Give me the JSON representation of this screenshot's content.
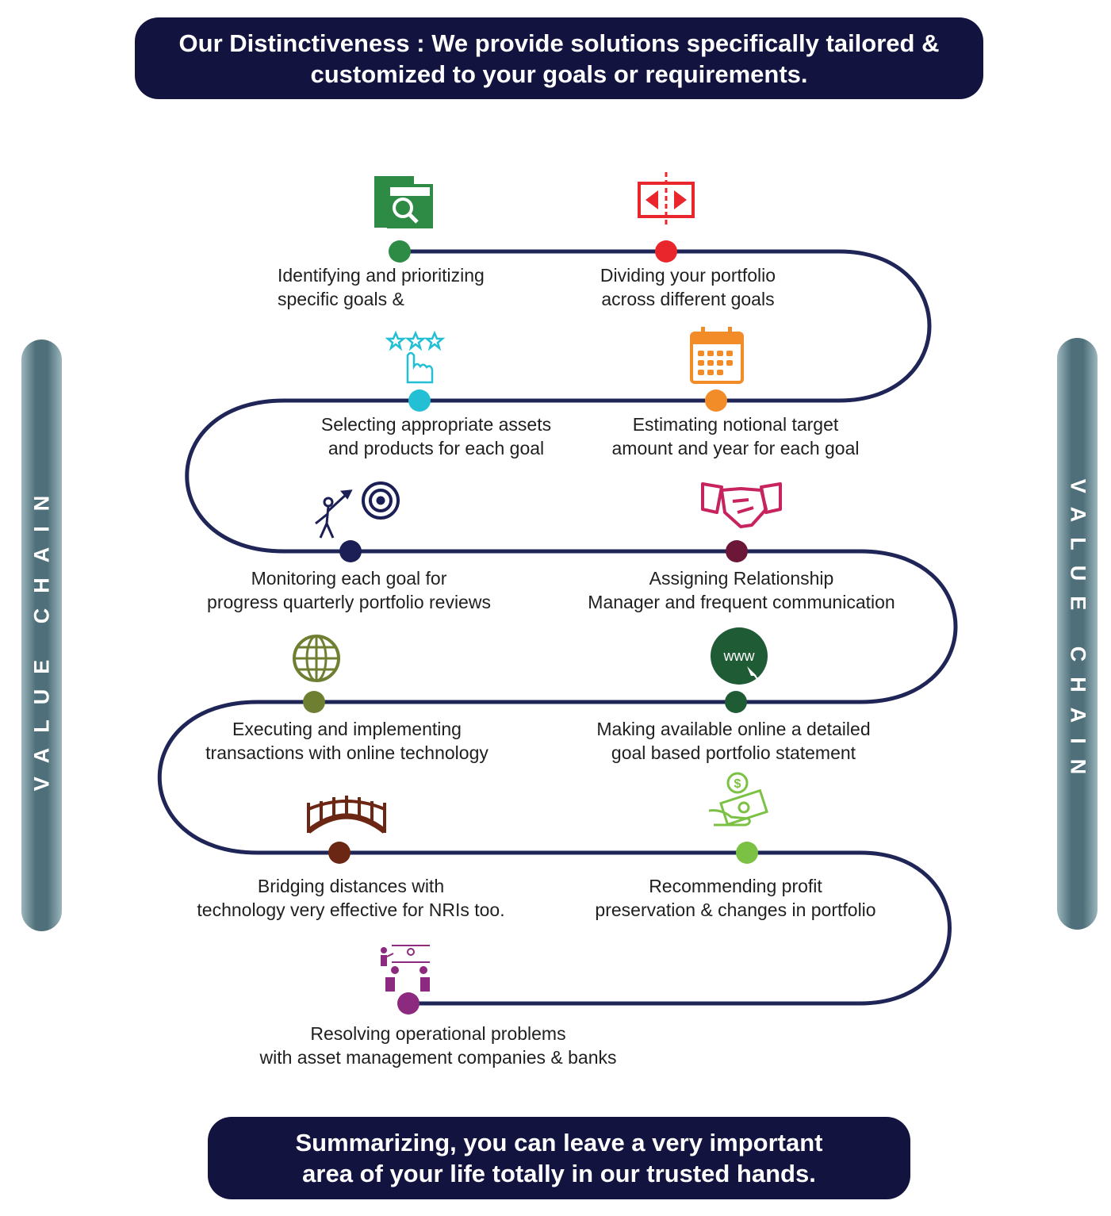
{
  "header": {
    "line1": "Our Distinctiveness : We provide solutions specifically tailored &",
    "line2": "customized to your goals or requirements."
  },
  "footer": {
    "line1": "Summarizing, you can leave a very important",
    "line2": "area of your life totally in our trusted hands."
  },
  "side_labels": {
    "left": "VALUE CHAIN",
    "right": "VALUE CHAIN"
  },
  "colors": {
    "path": "#1f2557",
    "banner": "#13133f",
    "steps": [
      "#2e8b45",
      "#e8262b",
      "#23bfd4",
      "#f28c28",
      "#1c1f55",
      "#6d1738",
      "#6f7f32",
      "#1f5b34",
      "#6b2614",
      "#7bc143",
      "#8b2a7e"
    ]
  },
  "steps": [
    {
      "line1": "Identifying and prioritizing",
      "line2": "specific goals &",
      "icon": "document-search-icon"
    },
    {
      "line1": "Dividing  your  portfolio",
      "line2": "across different goals",
      "icon": "split-arrows-icon"
    },
    {
      "line1": "Selecting appropriate assets",
      "line2": "and products  for each goal",
      "icon": "star-rating-hand-icon"
    },
    {
      "line1": "Estimating notional target",
      "line2": "amount and year for each goal",
      "icon": "calendar-icon"
    },
    {
      "line1": "Monitoring each goal for",
      "line2": "progress quarterly portfolio reviews",
      "icon": "target-aim-icon"
    },
    {
      "line1": "Assigning Relationship",
      "line2": "Manager and frequent communication",
      "icon": "handshake-icon"
    },
    {
      "line1": "Executing and implementing",
      "line2": "transactions with online technology",
      "icon": "globe-icon"
    },
    {
      "line1": "Making available online a detailed",
      "line2": "goal based portfolio statement",
      "icon": "www-icon",
      "icon_text": "www"
    },
    {
      "line1": "Bridging distances with",
      "line2": "technology very effective  for NRIs too.",
      "icon": "bridge-icon"
    },
    {
      "line1": "Recommending  profit",
      "line2": "preservation & changes in portfolio",
      "icon": "money-hand-icon"
    },
    {
      "line1": "Resolving operational problems",
      "line2": "with asset management companies & banks",
      "icon": "presentation-meeting-icon"
    }
  ]
}
